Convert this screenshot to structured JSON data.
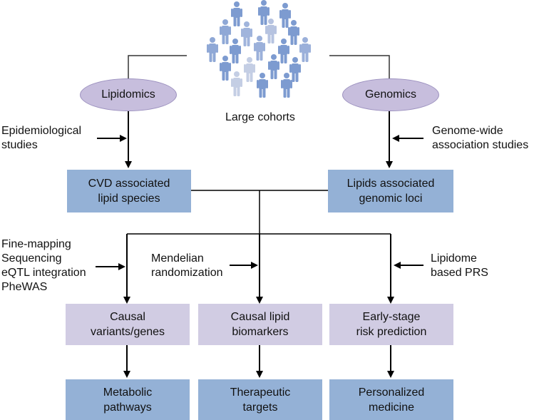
{
  "cohorts_label": "Large cohorts",
  "top_nodes": {
    "lipidomics": "Lipidomics",
    "genomics": "Genomics"
  },
  "side_notes": {
    "epidemiological": "Epidemiological\nstudies",
    "gwas": "Genome-wide\nassociation studies",
    "finemapping": "Fine-mapping\nSequencing\neQTL integration\nPheWAS",
    "mendelian": "Mendelian\nrandomization",
    "prs": "Lipidome\nbased PRS"
  },
  "mid_boxes": {
    "cvd": "CVD associated\nlipid species",
    "loci": "Lipids associated\ngenomic loci"
  },
  "row3": {
    "causal_variants": "Causal\nvariants/genes",
    "causal_lipid": "Causal lipid\nbiomarkers",
    "early_stage": "Early-stage\nrisk prediction"
  },
  "row4": {
    "metabolic": "Metabolic\npathways",
    "therapeutic": "Therapeutic\ntargets",
    "personalized": "Personalized\nmedicine"
  },
  "colors": {
    "blue_box": "#94b1d6",
    "lavender_box": "#d1cce3",
    "ellipse": "#c7bedd",
    "people": "#7d9bd0"
  },
  "icons": {
    "people": "people-crowd-icon"
  }
}
